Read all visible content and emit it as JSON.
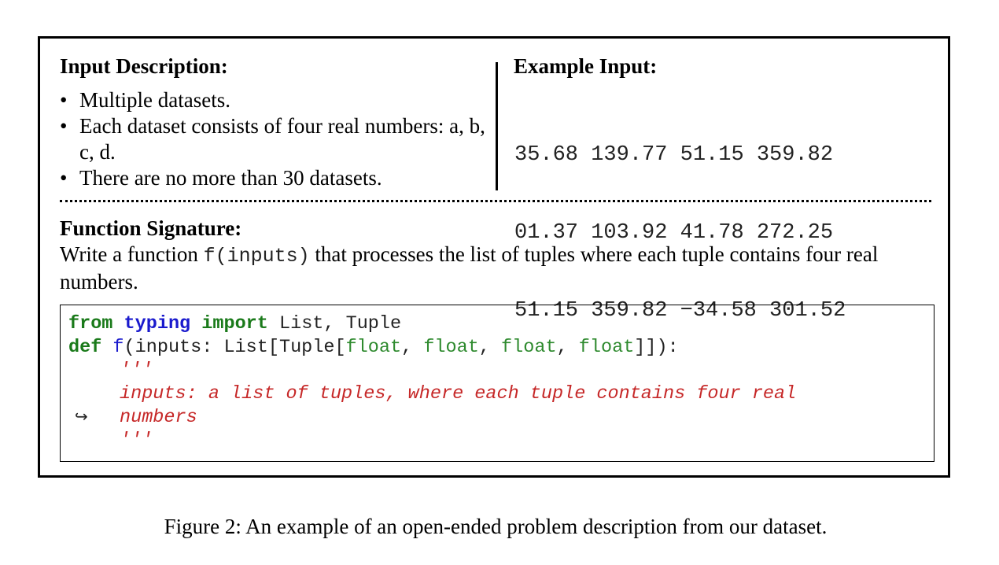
{
  "input_description": {
    "heading": "Input Description:",
    "bullet_symbol": "•",
    "items": [
      "Multiple datasets.",
      "Each dataset consists of four real numbers: a, b, c, d.",
      "There are no more than 30 datasets."
    ]
  },
  "example_input": {
    "heading": "Example Input:",
    "lines": [
      "35.68 139.77 51.15 359.82",
      "01.37 103.92 41.78 272.25",
      "51.15 359.82 −34.58 301.52"
    ]
  },
  "function_signature": {
    "heading": "Function Signature:",
    "desc_before": "Write a function ",
    "desc_code": "f(inputs)",
    "desc_after": " that processes the list of tuples where each tuple contains four real numbers."
  },
  "code": {
    "from": "from",
    "module": "typing",
    "import": "import",
    "imports": " List, Tuple",
    "def": "def",
    "func_name": "f",
    "sig_open": "(inputs: List[Tuple[",
    "type": "float",
    "sep": ", ",
    "sig_close": "]]):",
    "doc_quote": "'''",
    "doc_line1": "inputs: a list of tuples, where each tuple contains four real",
    "wrap_arrow": "↪",
    "doc_line2": "numbers"
  },
  "caption": "Figure 2: An example of an open-ended problem description from our dataset."
}
